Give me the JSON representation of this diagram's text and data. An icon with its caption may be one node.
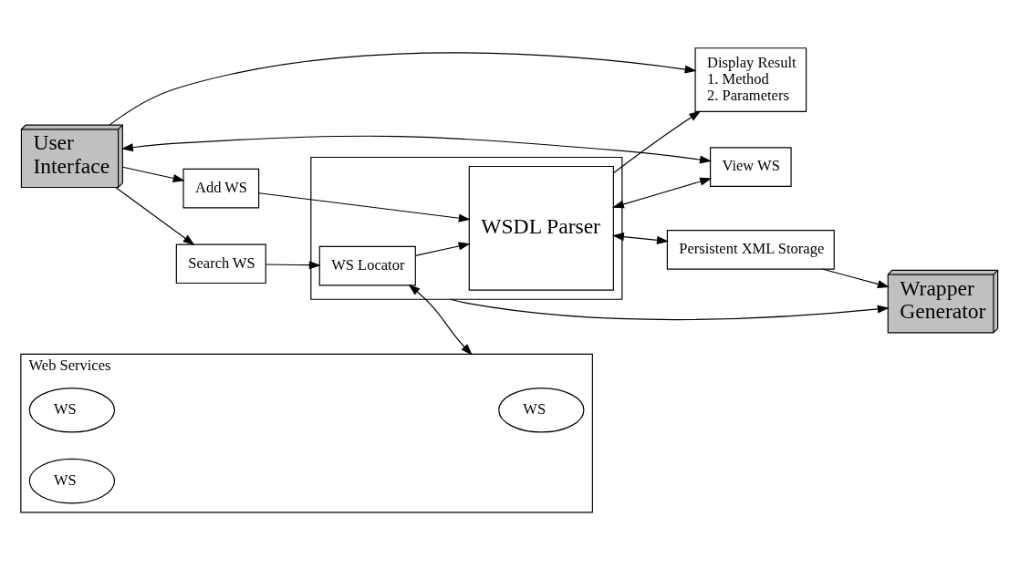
{
  "diagram": {
    "nodes": [
      {
        "text": [
          "User",
          "Interface"
        ]
      },
      {
        "text": [
          "Search WS"
        ]
      },
      {
        "text": [
          "Display Result",
          "1. Method",
          "2. Parameters"
        ]
      },
      {
        "text": [
          "Add WS"
        ]
      },
      {
        "text": [
          "View WS"
        ]
      },
      {
        "text": [],
        "shape": "box"
      },
      {
        "text": [
          "WS Locator"
        ],
        "in": 5
      },
      {
        "text": [
          "WSDL Parser"
        ],
        "in": 5
      },
      {
        "text": [
          "Web Services"
        ]
      },
      {
        "text": [
          "WS"
        ],
        "in": 8
      },
      {
        "text": [
          "WS"
        ],
        "in": 8
      },
      {
        "text": [
          "WS"
        ],
        "in": 8
      },
      {
        "text": [
          "Persistent XML Storage"
        ]
      },
      {
        "text": [
          "Wrapper",
          "Generator"
        ]
      }
    ],
    "edges": [
      {
        "from": 0,
        "to": 1,
        "arrow": "to"
      },
      {
        "from": 0,
        "to": 2,
        "arrow": "to"
      },
      {
        "from": 0,
        "to": 3,
        "arrow": "to"
      },
      {
        "from": 0,
        "to": 4,
        "arrow": "both"
      },
      {
        "from": 1,
        "to": 6,
        "arrow": "to"
      },
      {
        "from": 6,
        "to": 8,
        "arrow": "both"
      },
      {
        "from": 6,
        "to": 7,
        "arrow": "to"
      },
      {
        "from": 7,
        "to": 2,
        "arrow": "to"
      },
      {
        "from": 3,
        "to": 7,
        "arrow": "to"
      },
      {
        "from": 7,
        "to": 4,
        "arrow": "both"
      },
      {
        "from": 7,
        "to": 12,
        "arrow": "both"
      },
      {
        "from": 5,
        "to": 13,
        "arrow": "to"
      },
      {
        "from": 12,
        "to": 13,
        "arrow": "to"
      }
    ]
  }
}
